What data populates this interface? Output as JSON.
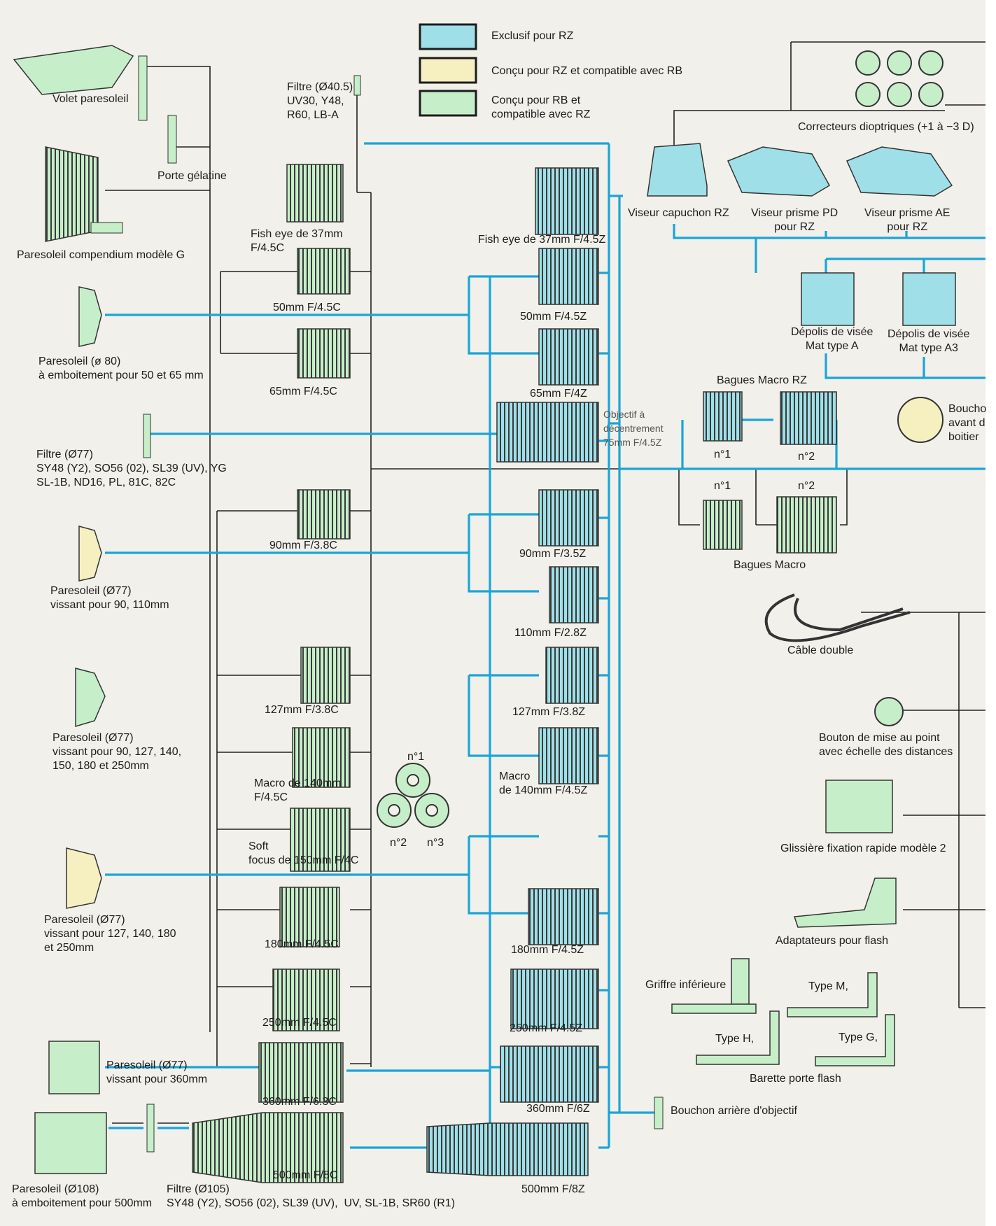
{
  "colors": {
    "rz_only": "#9fe0e8",
    "rz_compat_rb": "#f6efc0",
    "rb_compat_rz": "#c6efc9",
    "line_blue": "#1aa5d6",
    "line_black": "#222222"
  },
  "legend": [
    {
      "label": "Exclusif pour RZ"
    },
    {
      "label": "Conçu pour RZ et compatible avec RB"
    },
    {
      "label": "Conçu pour RB et\ncompatible avec RZ"
    }
  ],
  "left": {
    "volet": "Volet paresoleil",
    "porte_gelatine": "Porte gélatine",
    "compendium": "Paresoleil compendium modèle G",
    "hood80": "Paresoleil (ø 80)\nà emboitement pour 50 et 65 mm",
    "filtre77": "Filtre (Ø77)\nSY48 (Y2), SO56 (02), SL39 (UV), YG\nSL-1B, ND16, PL, 81C, 82C",
    "hood77a": "Paresoleil (Ø77)\nvissant pour 90, 110mm",
    "hood77b": "Paresoleil (Ø77)\nvissant pour 90, 127, 140,\n150, 180 et 250mm",
    "hood77c": "Paresoleil (Ø77)\nvissant pour 127, 140, 180\net 250mm",
    "hood360": "Paresoleil (Ø77)\nvissant pour 360mm",
    "hood108": "Paresoleil (Ø108)\nà emboitement pour 500mm",
    "filtre105": "Filtre (Ø105)\nSY48 (Y2), SO56 (02), SL39 (UV),  UV, SL-1B, SR60 (R1)"
  },
  "rb_lenses": {
    "filtre405": "Filtre (Ø40.5)\nUV30, Y48,\nR60, LB-A",
    "fisheye": "Fish eye de 37mm\nF/4.5C",
    "l50": "50mm F/4.5C",
    "l65": "65mm F/4.5C",
    "l90": "90mm F/3.8C",
    "l127": "127mm F/3.8C",
    "macro140": "Macro de 140mm\nF/4.5C",
    "soft150": "Soft\nfocus de 150mm F/4C",
    "l180": "180mm F/4.5C",
    "l250": "250mm F/4.5C",
    "l360": "360mm F/6.3C",
    "l500": "500mm F/8C"
  },
  "soft_discs": {
    "n1": "n°1",
    "n2": "n°2",
    "n3": "n°3"
  },
  "rz_lenses": {
    "fisheye": "Fish eye de 37mm F/4.5Z",
    "l50": "50mm F/4.5Z",
    "l65": "65mm F/4Z",
    "shift": "Objectif à\ndécentrement\n75mm F/4.5Z",
    "l90": "90mm F/3.5Z",
    "l110": "110mm F/2.8Z",
    "l127": "127mm F/3.8Z",
    "macro140": "Macro\nde 140mm F/4.5Z",
    "l180": "180mm F/4.5Z",
    "l250": "250mm F/4.5Z",
    "l360": "360mm F/6Z",
    "l500": "500mm F/8Z"
  },
  "right": {
    "correcteurs": "Correcteurs dioptriques (+1 à −3 D)",
    "viseur_capuchon": "Viseur capuchon RZ",
    "viseur_pd": "Viseur prisme PD\npour RZ",
    "viseur_ae": "Viseur prisme AE\npour RZ",
    "depoli_a": "Dépolis de visée\nMat type A",
    "depoli_a3": "Dépolis de visée\nMat type A3",
    "bagues_rz": "Bagues Macro RZ",
    "n1": "n°1",
    "n2": "n°2",
    "bouchon_avant": "Boucho\navant d\nboitier",
    "bagues": "Bagues Macro",
    "cable": "Câble double",
    "bouton": "Bouton de mise au point\navec échelle des distances",
    "glissiere": "Glissière fixation rapide modèle 2",
    "adaptateurs": "Adaptateurs pour flash",
    "griffe": "Griffre inférieure",
    "type_m": "Type M,",
    "type_h": "Type H,",
    "type_g": "Type G,",
    "barette": "Barette porte flash",
    "bouchon_arriere": "Bouchon arrière d'objectif"
  }
}
